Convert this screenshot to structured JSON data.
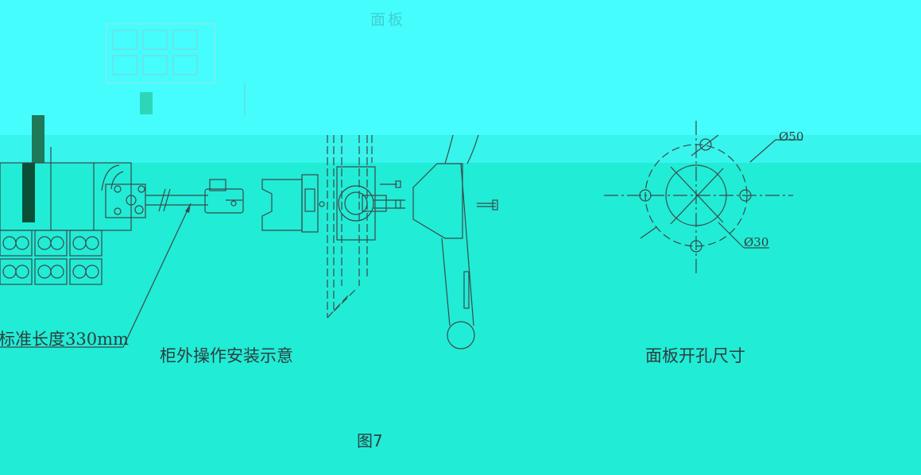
{
  "labels": {
    "panel_top": "面板",
    "cable_length": "标准长度330mm",
    "install_caption": "柜外操作安装示意",
    "hole_caption": "面板开孔尺寸",
    "figure_caption": "图7"
  },
  "dimensions": {
    "dia_50": "Ø50",
    "dia_30": "Ø30"
  }
}
